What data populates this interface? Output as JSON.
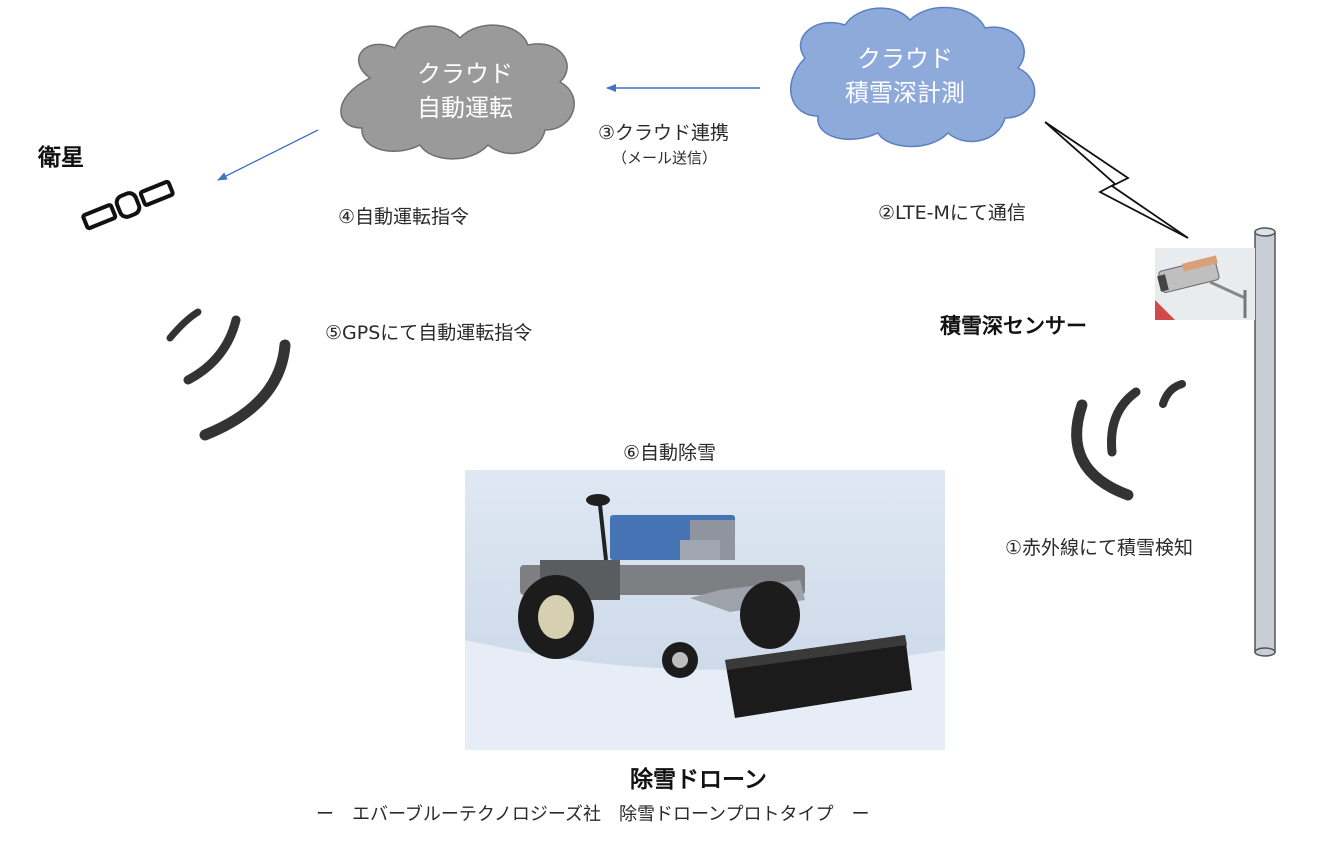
{
  "satellite": {
    "title": "衛星"
  },
  "cloud_auto": {
    "line1": "クラウド",
    "line2": "自動運転"
  },
  "cloud_measure": {
    "line1": "クラウド",
    "line2": "積雪深計測"
  },
  "steps": {
    "s1": "①赤外線にて積雪検知",
    "s2": "②LTE-Mにて通信",
    "s3": "③クラウド連携",
    "s3_sub": "（メール送信）",
    "s4": "④自動運転指令",
    "s5": "⑤GPSにて自動運転指令",
    "s6": "⑥自動除雪"
  },
  "sensor": {
    "title": "積雪深センサー"
  },
  "drone": {
    "title": "除雪ドローン",
    "caption": "ー　エバーブルーテクノロジーズ社　除雪ドローンプロトタイプ　ー"
  },
  "colors": {
    "cloud_auto": "#9a9a9a",
    "cloud_measure": "#8eaadb",
    "arrow": "#4472c4"
  }
}
